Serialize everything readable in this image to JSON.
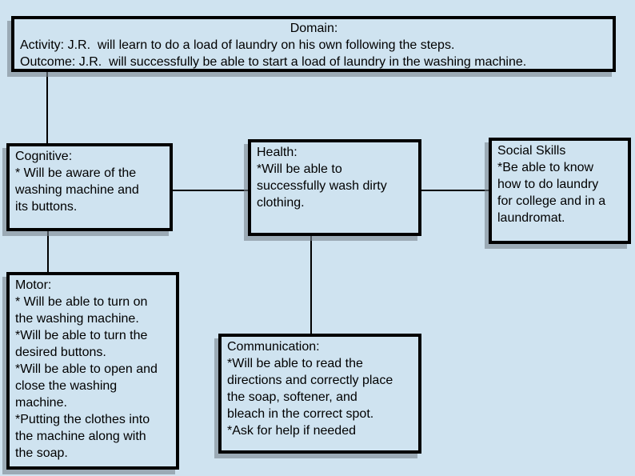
{
  "slide": {
    "colors": {
      "background": "#cfe3f0",
      "box_fill": "#cfe3f0",
      "box_border": "#000000",
      "box_shadow": "#78848e",
      "text": "#000000",
      "connector": "#000000"
    },
    "boxes": {
      "domain": {
        "title": "Domain:",
        "body": "Activity: J.R.  will learn to do a load of laundry on his own following the steps.\nOutcome: J.R.  will successfully be able to start a load of laundry in the washing machine."
      },
      "cognitive": {
        "text": "Cognitive:\n* Will be aware of the\nwashing machine and\nits buttons."
      },
      "health": {
        "text": "Health:\n*Will be able to\nsuccessfully wash dirty\nclothing."
      },
      "social_skills": {
        "text": "Social Skills\n*Be able to know\nhow to do laundry\nfor college and in a\nlaundromat."
      },
      "motor": {
        "text": "Motor:\n* Will be able to turn on\nthe washing machine.\n*Will be able to turn the\ndesired buttons.\n*Will be able to open and\nclose the washing\nmachine.\n*Putting the clothes into\nthe machine along with\nthe soap."
      },
      "communication": {
        "text": "Communication:\n*Will be able to read the\ndirections and correctly place\nthe soap, softener, and\nbleach in the correct spot.\n*Ask for help if needed"
      }
    }
  }
}
